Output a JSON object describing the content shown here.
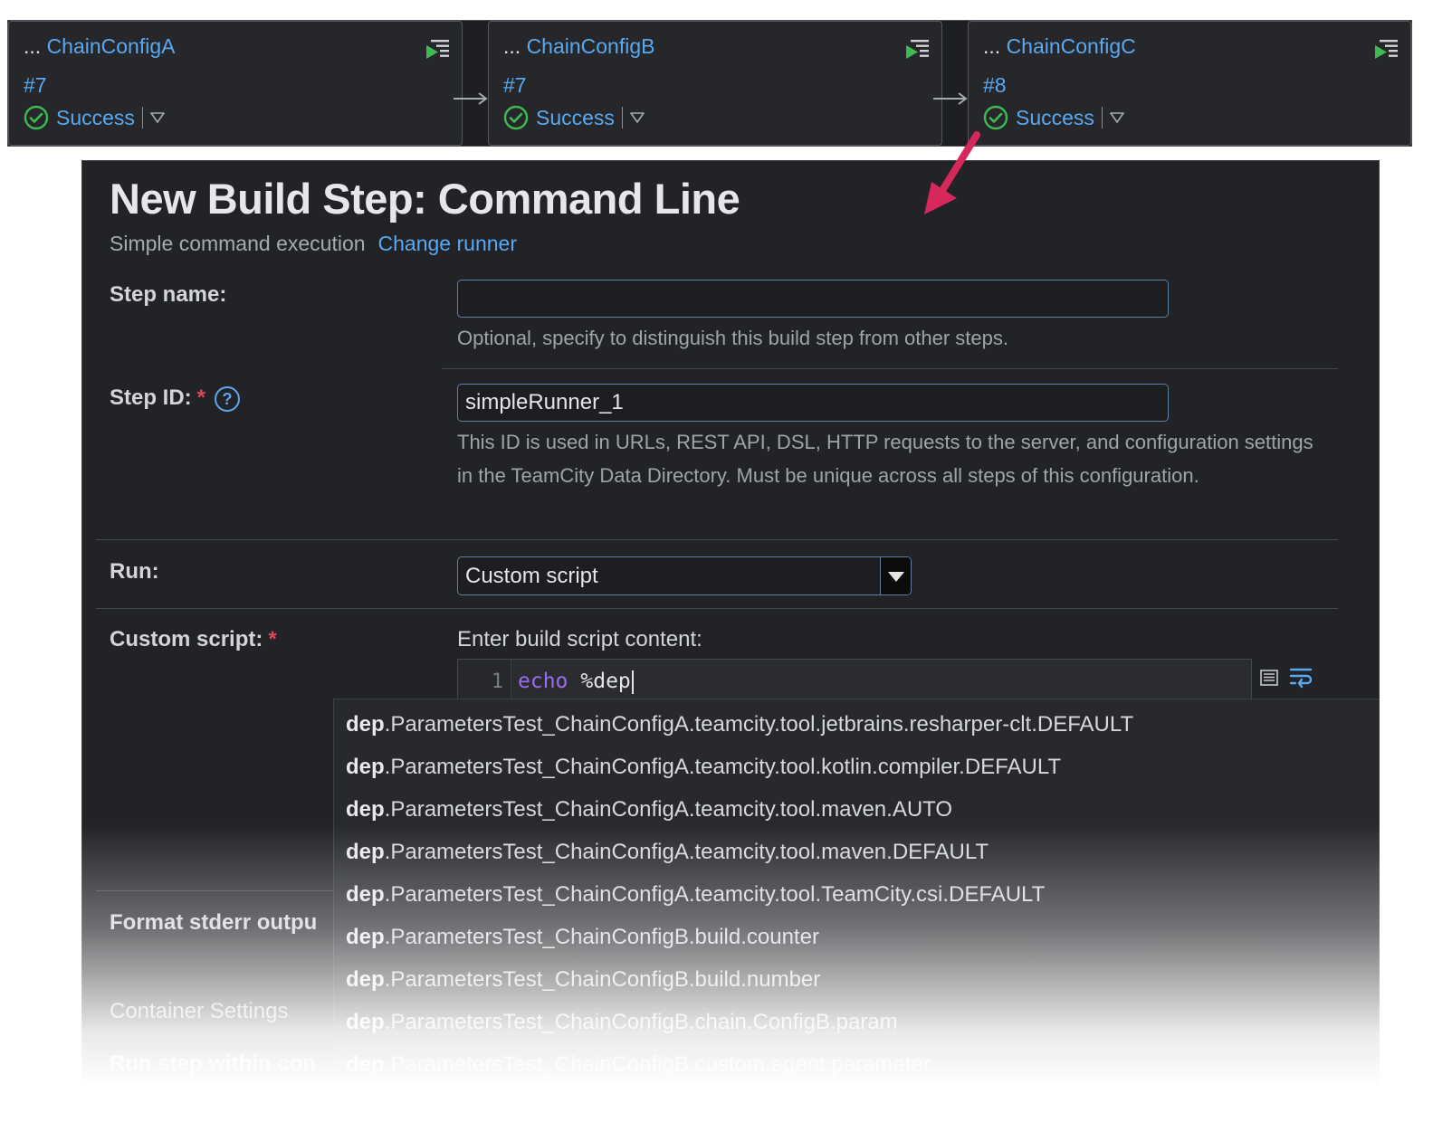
{
  "chain": {
    "cards": [
      {
        "prefix": "...",
        "name": "ChainConfigA",
        "build": "#7",
        "status": "Success"
      },
      {
        "prefix": "...",
        "name": "ChainConfigB",
        "build": "#7",
        "status": "Success"
      },
      {
        "prefix": "...",
        "name": "ChainConfigC",
        "build": "#8",
        "status": "Success"
      }
    ],
    "colors": {
      "link": "#5aa9f0",
      "success": "#3fb950",
      "arrow_annotation": "#d6285a"
    }
  },
  "dialog": {
    "title": "New Build Step: Command Line",
    "subtitle": "Simple command execution",
    "change_runner": "Change runner",
    "step_name": {
      "label": "Step name:",
      "value": "",
      "hint": "Optional, specify to distinguish this build step from other steps."
    },
    "step_id": {
      "label": "Step ID:",
      "required_mark": "*",
      "help": "?",
      "value": "simpleRunner_1",
      "hint": "This ID is used in URLs, REST API, DSL, HTTP requests to the server, and configuration settings in the TeamCity Data Directory. Must be unique across all steps of this configuration."
    },
    "run": {
      "label": "Run:",
      "selected": "Custom script"
    },
    "custom_script": {
      "label": "Custom script:",
      "required_mark": "*",
      "enter_label": "Enter build script content:",
      "line_number": "1",
      "keyword": "echo",
      "text": "%dep"
    },
    "format_stderr": {
      "label": "Format stderr outpu"
    },
    "container_settings": "Container Settings",
    "run_step_within": "Run step within con"
  },
  "autocomplete": {
    "items": [
      {
        "match": "dep",
        "rest": ".ParametersTest_ChainConfigA.teamcity.tool.jetbrains.resharper-clt.DEFAULT"
      },
      {
        "match": "dep",
        "rest": ".ParametersTest_ChainConfigA.teamcity.tool.kotlin.compiler.DEFAULT"
      },
      {
        "match": "dep",
        "rest": ".ParametersTest_ChainConfigA.teamcity.tool.maven.AUTO"
      },
      {
        "match": "dep",
        "rest": ".ParametersTest_ChainConfigA.teamcity.tool.maven.DEFAULT"
      },
      {
        "match": "dep",
        "rest": ".ParametersTest_ChainConfigA.teamcity.tool.TeamCity.csi.DEFAULT"
      },
      {
        "match": "dep",
        "rest": ".ParametersTest_ChainConfigB.build.counter"
      },
      {
        "match": "dep",
        "rest": ".ParametersTest_ChainConfigB.build.number"
      },
      {
        "match": "dep",
        "rest": ".ParametersTest_ChainConfigB.chain.ConfigB.param"
      },
      {
        "match": "dep",
        "rest": ".ParametersTest_ChainConfigB.custom.agent.parameter"
      }
    ]
  }
}
